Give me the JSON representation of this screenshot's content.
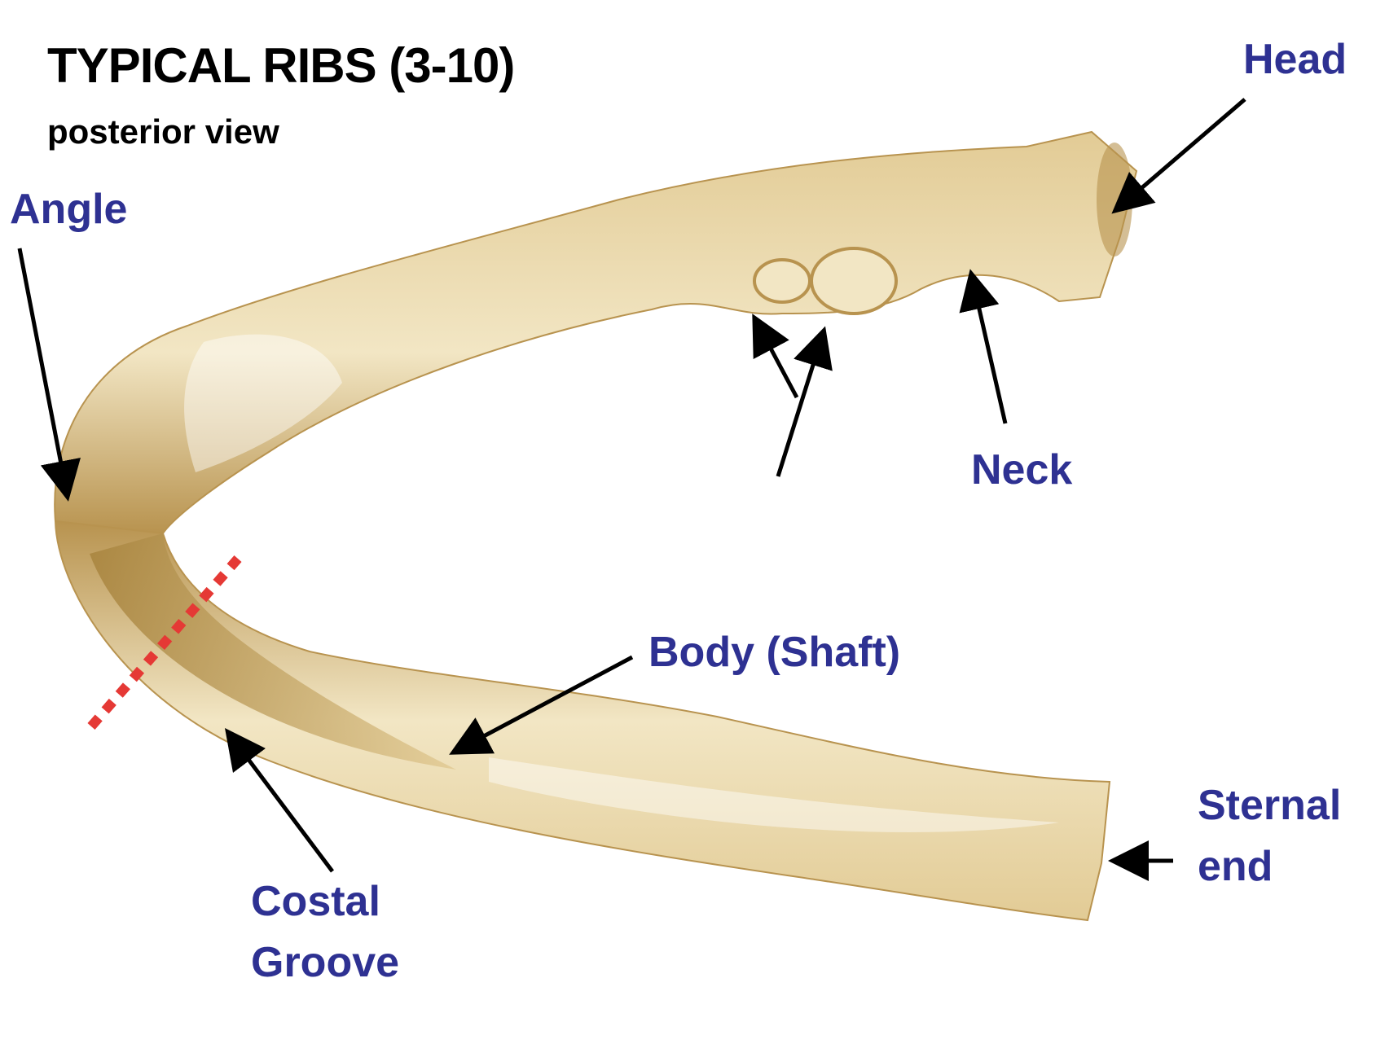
{
  "title": "TYPICAL RIBS (3-10)",
  "subtitle": "posterior view",
  "label_color": "#2E3192",
  "arrow_color": "#000000",
  "cut_line_color": "#E53935",
  "bone_colors": {
    "light": "#F2E6C4",
    "mid": "#E2CB95",
    "dark": "#B8934F",
    "groove": "#A8843E"
  },
  "labels": {
    "head": "Head",
    "angle": "Angle",
    "neck": "Neck",
    "body": "Body (Shaft)",
    "costal_line1": "Costal",
    "costal_line2": "Groove",
    "sternal_line1": "Sternal",
    "sternal_line2": "end"
  }
}
